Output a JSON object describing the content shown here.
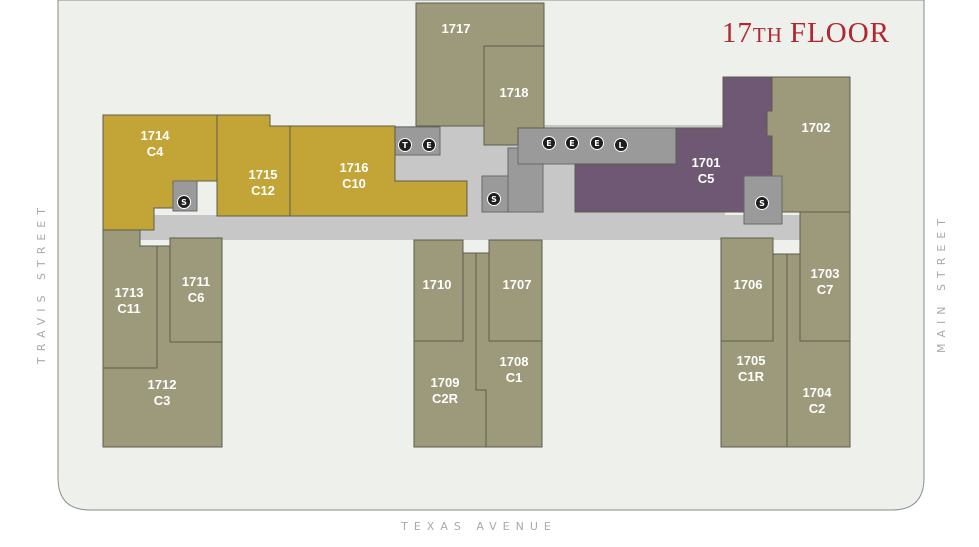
{
  "floor": {
    "number": "17",
    "suffix": "TH",
    "word": "FLOOR"
  },
  "streets": {
    "west": "TRAVIS STREET",
    "east": "MAIN STREET",
    "south": "TEXAS AVENUE"
  },
  "colors": {
    "available": "#c3a437",
    "occupied": "#9c9a7a",
    "featured": "#6e5874",
    "corridor": "#c7c7c7",
    "core": "#9a9a9a",
    "site": "#eef0ec",
    "title": "#b3262f"
  },
  "units": [
    {
      "id": "1714",
      "suite": "C4",
      "status": "available"
    },
    {
      "id": "1715",
      "suite": "C12",
      "status": "available"
    },
    {
      "id": "1716",
      "suite": "C10",
      "status": "available"
    },
    {
      "id": "1717",
      "suite": "",
      "status": "occupied"
    },
    {
      "id": "1718",
      "suite": "",
      "status": "occupied"
    },
    {
      "id": "1701",
      "suite": "C5",
      "status": "featured"
    },
    {
      "id": "1702",
      "suite": "",
      "status": "occupied"
    },
    {
      "id": "1713",
      "suite": "C11",
      "status": "occupied"
    },
    {
      "id": "1711",
      "suite": "C6",
      "status": "occupied"
    },
    {
      "id": "1712",
      "suite": "C3",
      "status": "occupied"
    },
    {
      "id": "1710",
      "suite": "",
      "status": "occupied"
    },
    {
      "id": "1709",
      "suite": "C2R",
      "status": "occupied"
    },
    {
      "id": "1707",
      "suite": "",
      "status": "occupied"
    },
    {
      "id": "1708",
      "suite": "C1",
      "status": "occupied"
    },
    {
      "id": "1706",
      "suite": "",
      "status": "occupied"
    },
    {
      "id": "1705",
      "suite": "C1R",
      "status": "occupied"
    },
    {
      "id": "1703",
      "suite": "C7",
      "status": "occupied"
    },
    {
      "id": "1704",
      "suite": "C2",
      "status": "occupied"
    }
  ],
  "markers": [
    {
      "letter": "T",
      "meaning": "core"
    },
    {
      "letter": "E",
      "meaning": "core"
    },
    {
      "letter": "E",
      "meaning": "core"
    },
    {
      "letter": "E",
      "meaning": "core"
    },
    {
      "letter": "E",
      "meaning": "core"
    },
    {
      "letter": "L",
      "meaning": "core"
    },
    {
      "letter": "S",
      "meaning": "core"
    },
    {
      "letter": "S",
      "meaning": "core"
    },
    {
      "letter": "S",
      "meaning": "core"
    }
  ]
}
